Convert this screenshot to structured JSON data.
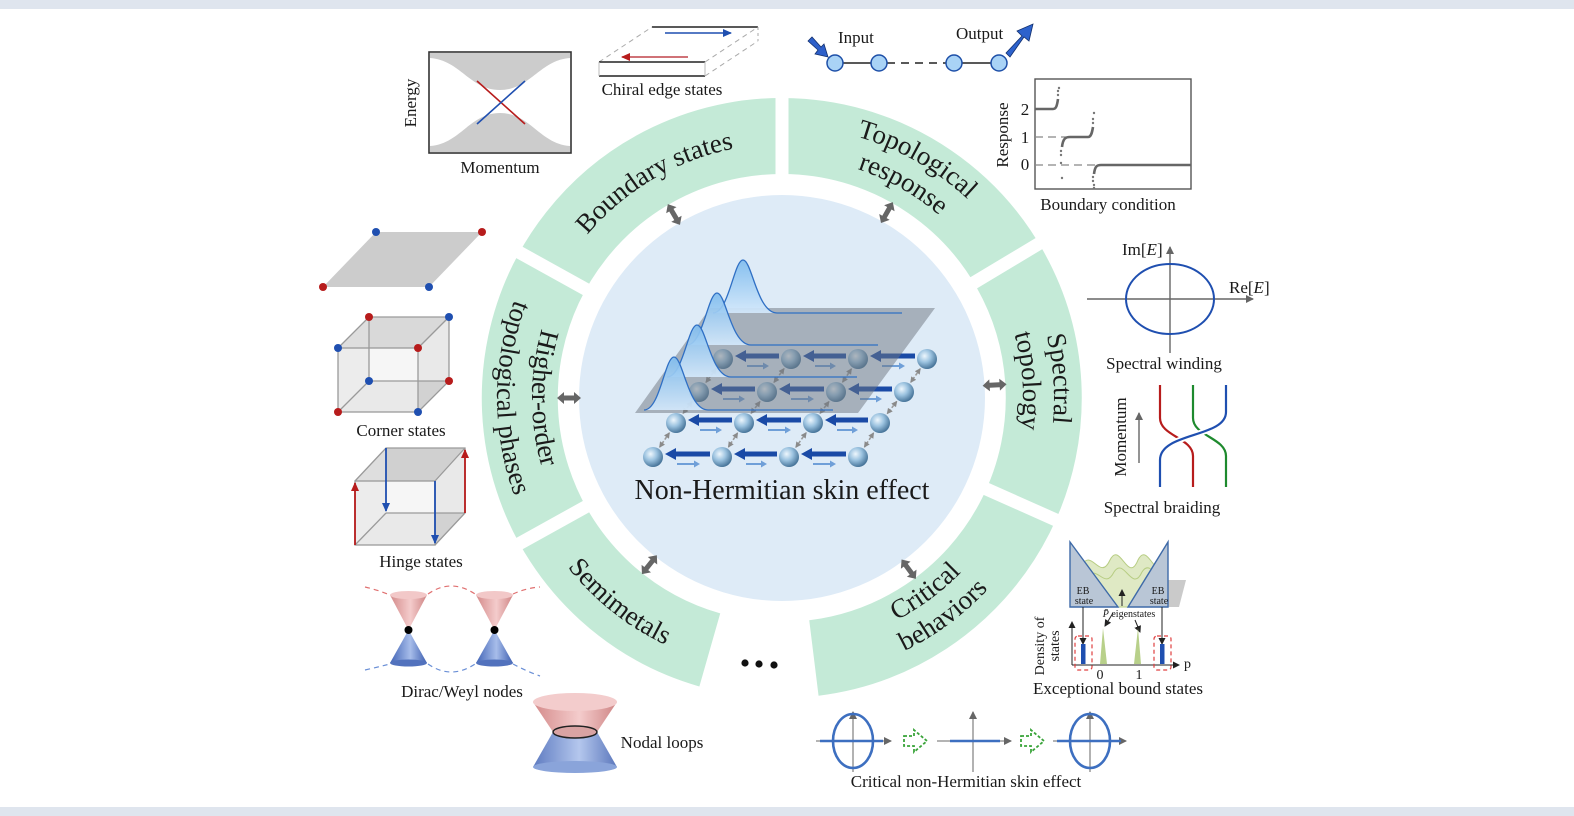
{
  "figure": {
    "center_title": "Non-Hermitian skin effect",
    "ellipsis": "...",
    "ring_sectors": {
      "boundary_states": [
        "Boundary states"
      ],
      "topological_response": [
        "Topological",
        "response"
      ],
      "spectral_topology": [
        "Spectral",
        "topology"
      ],
      "critical_behaviors": [
        "Critical",
        "behaviors"
      ],
      "semimetals": [
        "Semimetals"
      ],
      "higher_order": [
        "Higher-order",
        "topological phases"
      ]
    },
    "boundary_states": {
      "band_plot": {
        "xlabel": "Momentum",
        "ylabel": "Energy"
      },
      "chiral_caption": "Chiral edge states"
    },
    "topological_response": {
      "chain": {
        "input": "Input",
        "output": "Output"
      },
      "plot": {
        "ylabel": "Response",
        "xlabel": "Boundary condition",
        "yticks": [
          "2",
          "1",
          "0"
        ]
      }
    },
    "spectral_topology": {
      "winding": {
        "caption": "Spectral winding",
        "im_axis": {
          "prefix": "Im[",
          "var": "E",
          "suffix": "]"
        },
        "re_axis": {
          "prefix": "Re[",
          "var": "E",
          "suffix": "]"
        }
      },
      "braiding": {
        "caption": "Spectral braiding",
        "axis": "Momentum"
      }
    },
    "critical_behaviors": {
      "ebs": {
        "caption": "Exceptional bound states",
        "eb_label": [
          "EB",
          "state"
        ],
        "pbar_symbol": "P̄",
        "pbar_text": " eigenstates",
        "ylabel": [
          "Density of",
          "states"
        ],
        "xticks": [
          "0",
          "1"
        ],
        "xaxis": "p"
      },
      "cnhse_caption": "Critical non-Hermitian skin effect"
    },
    "semimetals": {
      "dirac_caption": "Dirac/Weyl nodes",
      "nodal_caption": "Nodal loops"
    },
    "higher_order": {
      "corner_caption": "Corner states",
      "hinge_caption": "Hinge states"
    }
  },
  "colors": {
    "ring_green": "#c4ead7",
    "center_blue": "#deebf7",
    "strip": "#dfe5ee",
    "arrow_gray": "#666666",
    "state_blue": "#1f4fb0",
    "state_red": "#b71c1c"
  }
}
